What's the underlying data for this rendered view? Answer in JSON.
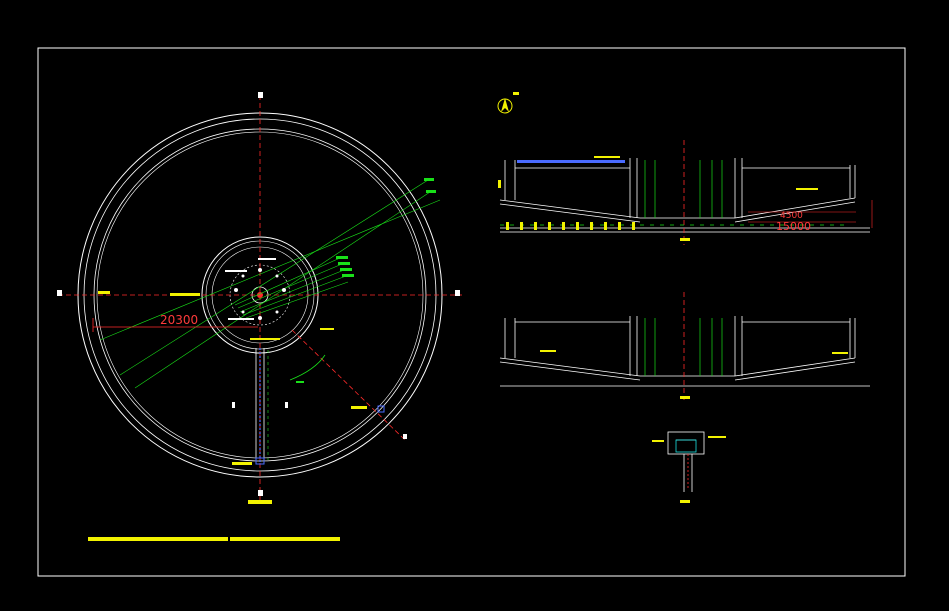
{
  "plan": {
    "radius_dimension": "20300"
  },
  "section_1": {
    "dimension_right_a": "4500",
    "dimension_right_b": "15000"
  },
  "colors": {
    "background": "#000000",
    "line_white": "#ffffff",
    "centerline_red": "#ff2a2a",
    "annotation_green": "#19e019",
    "note_yellow": "#f2f200",
    "rebar_blue": "#4a6bff",
    "section_cyan": "#19e0e0"
  },
  "icons": {
    "north_arrow": "north-arrow-icon"
  }
}
